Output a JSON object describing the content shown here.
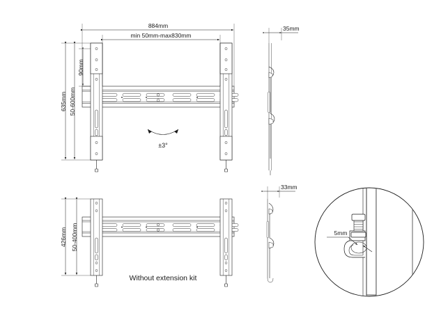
{
  "drawing": {
    "caption": "Without extension kit",
    "dimensions": {
      "top_overall_width": "884mm",
      "top_inner_width": "min 50mm-max830mm",
      "top_overall_height": "635mm",
      "top_vesa_height": "50-600mm",
      "top_offset": "90mm",
      "top_side_depth": "35mm",
      "bottom_overall_height": "426mm",
      "bottom_vesa_height": "50-400mm",
      "bottom_side_depth": "33mm",
      "detail_gap": "5mm",
      "tilt_angle": "±3°"
    }
  }
}
